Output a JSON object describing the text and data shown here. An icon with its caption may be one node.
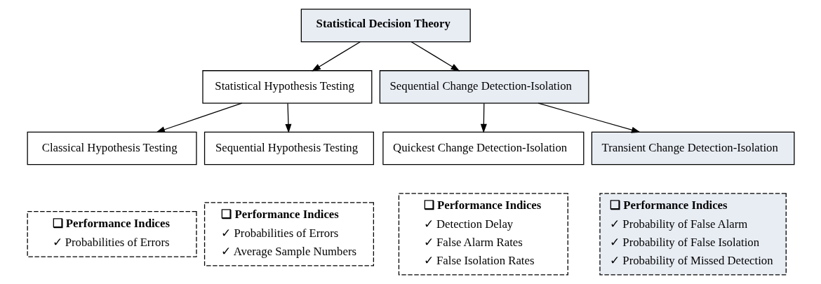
{
  "diagram": {
    "nodes": [
      {
        "text": [
          "Statistical Decision Theory"
        ]
      },
      {
        "text": [
          "Statistical Hypothesis Testing"
        ]
      },
      {
        "text": [
          "Sequential Change Detection-Isolation"
        ]
      },
      {
        "text": [
          "Classical Hypothesis Testing"
        ]
      },
      {
        "text": [
          "Sequential Hypothesis Testing"
        ]
      },
      {
        "text": [
          "Quickest Change Detection-Isolation"
        ]
      },
      {
        "text": [
          "Transient Change Detection-Isolation"
        ]
      },
      {
        "text": [
          "❑ Performance Indices",
          "✓ Probabilities of Errors"
        ]
      },
      {
        "text": [
          "❑ Performance Indices",
          "✓ Probabilities of Errors",
          "✓ Average Sample Numbers"
        ]
      },
      {
        "text": [
          "❑ Performance Indices",
          "✓ Detection Delay",
          "✓ False Alarm Rates",
          "✓ False Isolation Rates"
        ]
      },
      {
        "text": [
          "❑ Performance Indices",
          "✓ Probability of False Alarm",
          "✓ Probability of False Isolation",
          "✓ Probability of Missed Detection"
        ]
      }
    ],
    "edges": [
      {
        "from": 0,
        "to": 1,
        "arrow": "to"
      },
      {
        "from": 0,
        "to": 2,
        "arrow": "to"
      },
      {
        "from": 1,
        "to": 3,
        "arrow": "to"
      },
      {
        "from": 1,
        "to": 4,
        "arrow": "to"
      },
      {
        "from": 2,
        "to": 5,
        "arrow": "to"
      },
      {
        "from": 2,
        "to": 6,
        "arrow": "to"
      }
    ]
  }
}
